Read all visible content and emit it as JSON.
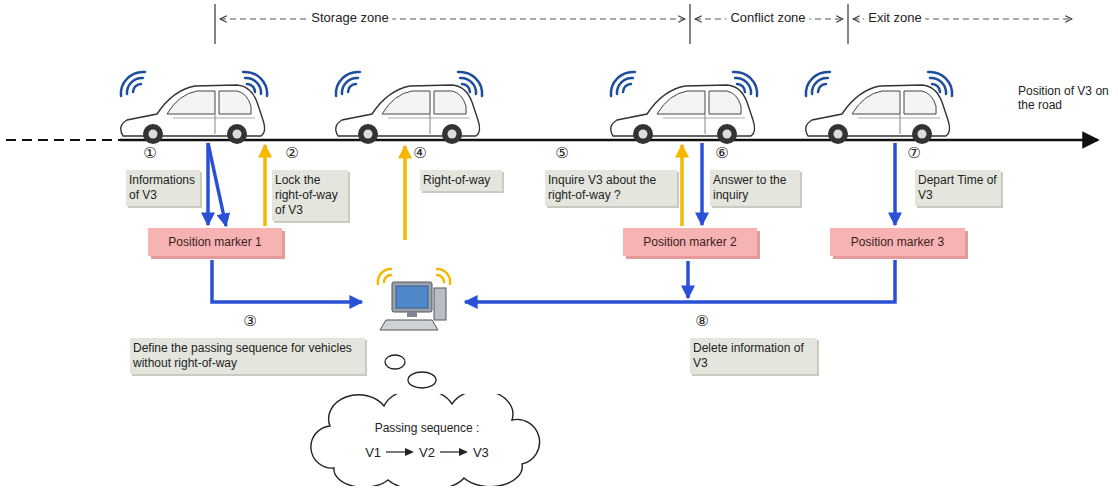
{
  "diagram": {
    "nodes": [
      {
        "text": [
          "Informations of V3"
        ]
      },
      {
        "text": [
          "Lock the right-of-way of V3"
        ]
      },
      {
        "text": [
          "Position marker 1"
        ]
      },
      {
        "text": [
          "Right-of-way"
        ]
      },
      {
        "text": [
          "Inquire V3 about the right-of-way ?"
        ]
      },
      {
        "text": [
          "Answer to the inquiry"
        ]
      },
      {
        "text": [
          "Position marker 2"
        ]
      },
      {
        "text": [
          "Depart Time of V3"
        ]
      },
      {
        "text": [
          "Position marker 3"
        ]
      },
      {
        "text": [
          "Define the passing sequence for vehicles without right-of-way"
        ]
      },
      {
        "text": [
          "Delete information of V3"
        ]
      },
      {
        "text": [
          "Passing sequence :",
          "V1",
          "V2",
          "V3"
        ]
      }
    ],
    "labels": [
      "Storage zone",
      "Conflict zone",
      "Exit zone",
      "Position of V3 on the road",
      "①",
      "②",
      "④",
      "⑤",
      "⑥",
      "⑦",
      "③",
      "⑧"
    ]
  }
}
